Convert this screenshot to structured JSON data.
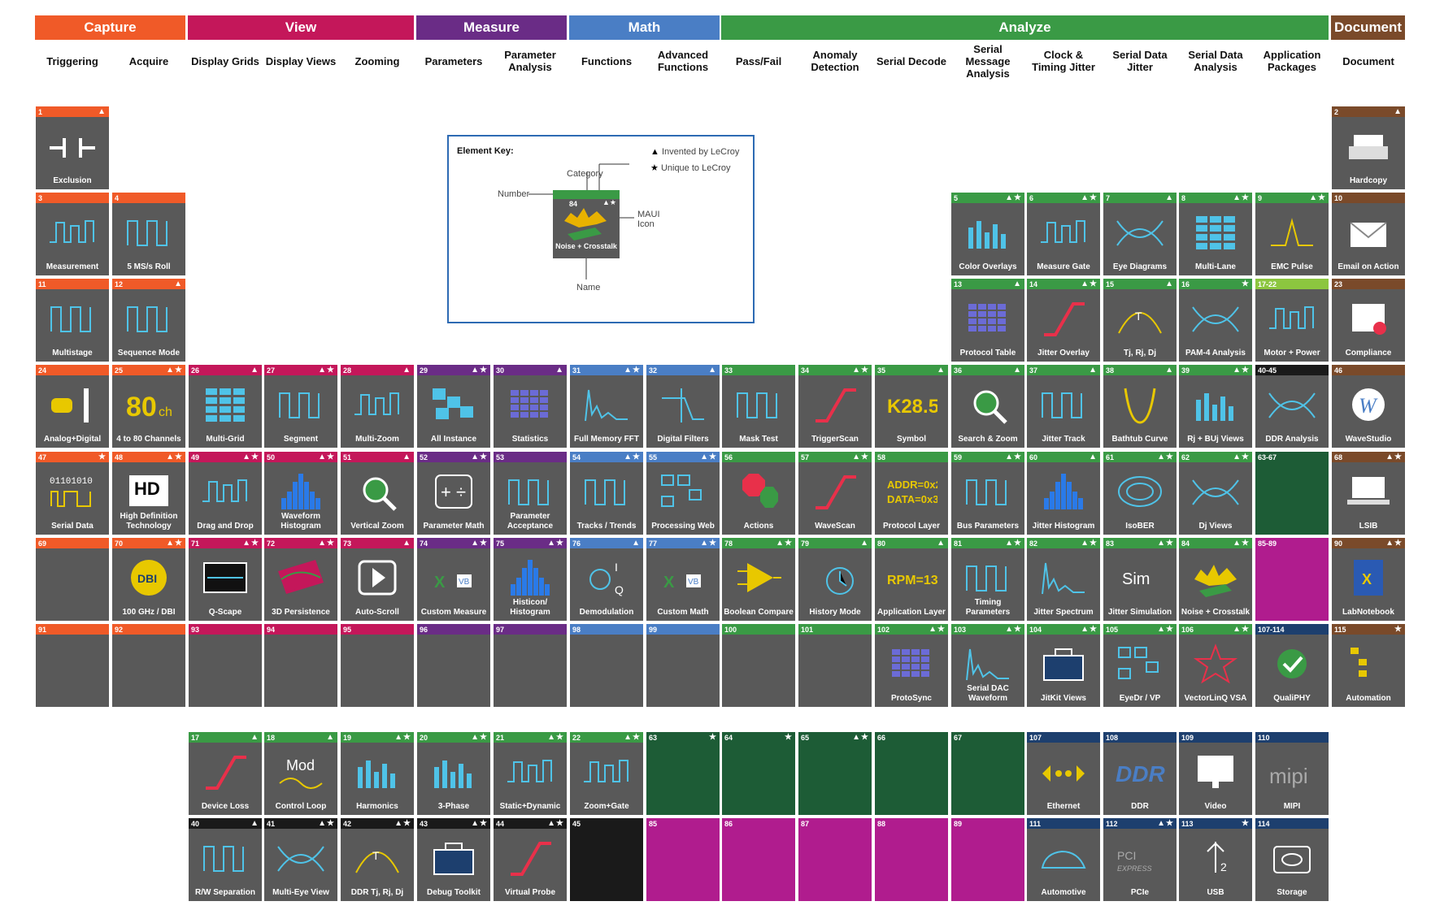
{
  "colors": {
    "Capture": "#f05a28",
    "View": "#c4175a",
    "Measure": "#6a2c86",
    "Math": "#4a7ec5",
    "Analyze": "#3a9a45",
    "Document": "#7a4a2a",
    "Black": "#1a1a1a",
    "Magenta": "#b01c8e",
    "Navy": "#1d3f6e",
    "DarkGreen": "#1d5c36",
    "LightGreen": "#8cc63f"
  },
  "categories": [
    {
      "name": "Capture",
      "color": "Capture"
    },
    {
      "name": "View",
      "color": "View"
    },
    {
      "name": "Measure",
      "color": "Measure"
    },
    {
      "name": "Math",
      "color": "Math"
    },
    {
      "name": "Analyze",
      "color": "Analyze"
    },
    {
      "name": "Document",
      "color": "Document"
    }
  ],
  "subcategories": [
    "Triggering",
    "Acquire",
    "Display Grids",
    "Display Views",
    "Zooming",
    "Parameters",
    "Parameter Analysis",
    "Functions",
    "Advanced Functions",
    "Pass/Fail",
    "Anomaly Detection",
    "Serial Decode",
    "Serial Message Analysis",
    "Clock & Timing Jitter",
    "Serial Data Jitter",
    "Serial Data Analysis",
    "Application Packages",
    "Document"
  ],
  "key": {
    "title": "Element Key:",
    "number_label": "Number",
    "category_label": "Category",
    "invented": "Invented by LeCroy",
    "unique": "Unique to LeCroy",
    "icon_label": "MAUI Icon",
    "name_label": "Name",
    "sample_number": "84",
    "sample_name": "Noise + Crosstalk",
    "invented_mark": "▲",
    "unique_mark": "★"
  },
  "tiles": [
    {
      "num": "1",
      "name": "Exclusion",
      "cat": "Capture",
      "marks": "▲",
      "icon": "exclusion"
    },
    {
      "num": "2",
      "name": "Hardcopy",
      "cat": "Document",
      "marks": "▲",
      "icon": "printer"
    },
    {
      "num": "3",
      "name": "Measurement",
      "cat": "Capture",
      "marks": "",
      "icon": "wave"
    },
    {
      "num": "4",
      "name": "5 MS/s Roll",
      "cat": "Capture",
      "marks": "",
      "icon": "square"
    },
    {
      "num": "5",
      "name": "Color Overlays",
      "cat": "Analyze",
      "marks": "▲★",
      "icon": "bars"
    },
    {
      "num": "6",
      "name": "Measure Gate",
      "cat": "Analyze",
      "marks": "▲★",
      "icon": "wave"
    },
    {
      "num": "7",
      "name": "Eye Diagrams",
      "cat": "Analyze",
      "marks": "▲",
      "icon": "eye"
    },
    {
      "num": "8",
      "name": "Multi-Lane",
      "cat": "Analyze",
      "marks": "▲★",
      "icon": "grid"
    },
    {
      "num": "9",
      "name": "EMC Pulse",
      "cat": "Analyze",
      "marks": "▲★",
      "icon": "pulse"
    },
    {
      "num": "10",
      "name": "Email on Action",
      "cat": "Document",
      "marks": "",
      "icon": "mail"
    },
    {
      "num": "11",
      "name": "Multistage",
      "cat": "Capture",
      "marks": "",
      "icon": "square"
    },
    {
      "num": "12",
      "name": "Sequence Mode",
      "cat": "Capture",
      "marks": "▲",
      "icon": "square"
    },
    {
      "num": "13",
      "name": "Protocol Table",
      "cat": "Analyze",
      "marks": "▲",
      "icon": "table"
    },
    {
      "num": "14",
      "name": "Jitter Overlay",
      "cat": "Analyze",
      "marks": "▲★",
      "icon": "ramp"
    },
    {
      "num": "15",
      "name": "Tj, Rj, Dj",
      "cat": "Analyze",
      "marks": "▲",
      "icon": "arc"
    },
    {
      "num": "16",
      "name": "PAM-4 Analysis",
      "cat": "Analyze",
      "marks": "★",
      "icon": "eye"
    },
    {
      "num": "17-22",
      "name": "Motor + Power",
      "cat": "LightGreen",
      "marks": "",
      "icon": "wave"
    },
    {
      "num": "23",
      "name": "Compliance",
      "cat": "Document",
      "marks": "",
      "icon": "doc"
    },
    {
      "num": "24",
      "name": "Analog+Digital",
      "cat": "Capture",
      "marks": "",
      "icon": "probe"
    },
    {
      "num": "25",
      "name": "4 to 80 Channels",
      "cat": "Capture",
      "marks": "▲★",
      "icon": "text80"
    },
    {
      "num": "26",
      "name": "Multi-Grid",
      "cat": "View",
      "marks": "▲",
      "icon": "grid"
    },
    {
      "num": "27",
      "name": "Segment",
      "cat": "View",
      "marks": "▲★",
      "icon": "square"
    },
    {
      "num": "28",
      "name": "Multi-Zoom",
      "cat": "View",
      "marks": "▲",
      "icon": "wave"
    },
    {
      "num": "29",
      "name": "All Instance",
      "cat": "Measure",
      "marks": "▲★",
      "icon": "dots"
    },
    {
      "num": "30",
      "name": "Statistics",
      "cat": "Measure",
      "marks": "▲",
      "icon": "table"
    },
    {
      "num": "31",
      "name": "Full Memory FFT",
      "cat": "Math",
      "marks": "▲★",
      "icon": "fft"
    },
    {
      "num": "32",
      "name": "Digital Filters",
      "cat": "Math",
      "marks": "▲",
      "icon": "filter"
    },
    {
      "num": "33",
      "name": "Mask Test",
      "cat": "Analyze",
      "marks": "",
      "icon": "square"
    },
    {
      "num": "34",
      "name": "TriggerScan",
      "cat": "Analyze",
      "marks": "▲★",
      "icon": "ramp"
    },
    {
      "num": "35",
      "name": "Symbol",
      "cat": "Analyze",
      "marks": "▲",
      "icon": "k28"
    },
    {
      "num": "36",
      "name": "Search & Zoom",
      "cat": "Analyze",
      "marks": "▲",
      "icon": "search"
    },
    {
      "num": "37",
      "name": "Jitter Track",
      "cat": "Analyze",
      "marks": "▲",
      "icon": "square"
    },
    {
      "num": "38",
      "name": "Bathtub Curve",
      "cat": "Analyze",
      "marks": "▲",
      "icon": "bathtub"
    },
    {
      "num": "39",
      "name": "Rj + BUj Views",
      "cat": "Analyze",
      "marks": "▲★",
      "icon": "bars"
    },
    {
      "num": "40-45",
      "name": "DDR Analysis",
      "cat": "Black",
      "marks": "",
      "icon": "eye"
    },
    {
      "num": "46",
      "name": "WaveStudio",
      "cat": "Document",
      "marks": "",
      "icon": "ws"
    },
    {
      "num": "47",
      "name": "Serial Data",
      "cat": "Capture",
      "marks": "★",
      "icon": "binary"
    },
    {
      "num": "48",
      "name": "High Definition Technology",
      "cat": "Capture",
      "marks": "▲★",
      "icon": "hd"
    },
    {
      "num": "49",
      "name": "Drag and Drop",
      "cat": "View",
      "marks": "▲★",
      "icon": "wave"
    },
    {
      "num": "50",
      "name": "Waveform Histogram",
      "cat": "View",
      "marks": "▲★",
      "icon": "hist"
    },
    {
      "num": "51",
      "name": "Vertical Zoom",
      "cat": "View",
      "marks": "▲",
      "icon": "search"
    },
    {
      "num": "52",
      "name": "Parameter Math",
      "cat": "Measure",
      "marks": "▲★",
      "icon": "math"
    },
    {
      "num": "53",
      "name": "Parameter Acceptance",
      "cat": "Measure",
      "marks": "",
      "icon": "square"
    },
    {
      "num": "54",
      "name": "Tracks / Trends",
      "cat": "Math",
      "marks": "▲★",
      "icon": "square"
    },
    {
      "num": "55",
      "name": "Processing Web",
      "cat": "Math",
      "marks": "▲★",
      "icon": "web"
    },
    {
      "num": "56",
      "name": "Actions",
      "cat": "Analyze",
      "marks": "",
      "icon": "stop"
    },
    {
      "num": "57",
      "name": "WaveScan",
      "cat": "Analyze",
      "marks": "▲★",
      "icon": "ramp"
    },
    {
      "num": "58",
      "name": "Protocol Layer",
      "cat": "Analyze",
      "marks": "",
      "icon": "addr"
    },
    {
      "num": "59",
      "name": "Bus Parameters",
      "cat": "Analyze",
      "marks": "▲★",
      "icon": "square"
    },
    {
      "num": "60",
      "name": "Jitter Histogram",
      "cat": "Analyze",
      "marks": "▲",
      "icon": "hist"
    },
    {
      "num": "61",
      "name": "IsoBER",
      "cat": "Analyze",
      "marks": "▲★",
      "icon": "ber"
    },
    {
      "num": "62",
      "name": "Dj Views",
      "cat": "Analyze",
      "marks": "▲★",
      "icon": "eye"
    },
    {
      "num": "63-67",
      "name": "",
      "cat": "DarkGreen",
      "marks": "",
      "icon": "none"
    },
    {
      "num": "68",
      "name": "LSIB",
      "cat": "Document",
      "marks": "▲★",
      "icon": "laptop"
    },
    {
      "num": "69",
      "name": "",
      "cat": "Capture",
      "marks": "",
      "icon": "none"
    },
    {
      "num": "70",
      "name": "100 GHz / DBI",
      "cat": "Capture",
      "marks": "▲★",
      "icon": "dbi"
    },
    {
      "num": "71",
      "name": "Q-Scape",
      "cat": "View",
      "marks": "▲★",
      "icon": "qscape"
    },
    {
      "num": "72",
      "name": "3D Persistence",
      "cat": "View",
      "marks": "▲★",
      "icon": "persist"
    },
    {
      "num": "73",
      "name": "Auto-Scroll",
      "cat": "View",
      "marks": "▲",
      "icon": "play"
    },
    {
      "num": "74",
      "name": "Custom Measure",
      "cat": "Measure",
      "marks": "▲★",
      "icon": "code"
    },
    {
      "num": "75",
      "name": "Histicon/ Histogram",
      "cat": "Measure",
      "marks": "▲★",
      "icon": "hist"
    },
    {
      "num": "76",
      "name": "Demodulation",
      "cat": "Math",
      "marks": "▲",
      "icon": "iq"
    },
    {
      "num": "77",
      "name": "Custom Math",
      "cat": "Math",
      "marks": "▲★",
      "icon": "code"
    },
    {
      "num": "78",
      "name": "Boolean Compare",
      "cat": "Analyze",
      "marks": "▲★",
      "icon": "boolean"
    },
    {
      "num": "79",
      "name": "History Mode",
      "cat": "Analyze",
      "marks": "▲",
      "icon": "clock"
    },
    {
      "num": "80",
      "name": "Application Layer",
      "cat": "Analyze",
      "marks": "▲",
      "icon": "rpm"
    },
    {
      "num": "81",
      "name": "Timing Parameters",
      "cat": "Analyze",
      "marks": "▲★",
      "icon": "square"
    },
    {
      "num": "82",
      "name": "Jitter Spectrum",
      "cat": "Analyze",
      "marks": "▲★",
      "icon": "fft"
    },
    {
      "num": "83",
      "name": "Jitter Simulation",
      "cat": "Analyze",
      "marks": "▲★",
      "icon": "sim"
    },
    {
      "num": "84",
      "name": "Noise + Crosstalk",
      "cat": "Analyze",
      "marks": "▲★",
      "icon": "noise"
    },
    {
      "num": "85-89",
      "name": "",
      "cat": "Magenta",
      "marks": "",
      "icon": "none"
    },
    {
      "num": "90",
      "name": "LabNotebook",
      "cat": "Document",
      "marks": "▲★",
      "icon": "book"
    },
    {
      "num": "91",
      "name": "",
      "cat": "Capture",
      "marks": "",
      "icon": "none"
    },
    {
      "num": "92",
      "name": "",
      "cat": "Capture",
      "marks": "",
      "icon": "none"
    },
    {
      "num": "93",
      "name": "",
      "cat": "View",
      "marks": "",
      "icon": "none"
    },
    {
      "num": "94",
      "name": "",
      "cat": "View",
      "marks": "",
      "icon": "none"
    },
    {
      "num": "95",
      "name": "",
      "cat": "View",
      "marks": "",
      "icon": "none"
    },
    {
      "num": "96",
      "name": "",
      "cat": "Measure",
      "marks": "",
      "icon": "none"
    },
    {
      "num": "97",
      "name": "",
      "cat": "Measure",
      "marks": "",
      "icon": "none"
    },
    {
      "num": "98",
      "name": "",
      "cat": "Math",
      "marks": "",
      "icon": "none"
    },
    {
      "num": "99",
      "name": "",
      "cat": "Math",
      "marks": "",
      "icon": "none"
    },
    {
      "num": "100",
      "name": "",
      "cat": "Analyze",
      "marks": "",
      "icon": "none"
    },
    {
      "num": "101",
      "name": "",
      "cat": "Analyze",
      "marks": "",
      "icon": "none"
    },
    {
      "num": "102",
      "name": "ProtoSync",
      "cat": "Analyze",
      "marks": "▲★",
      "icon": "table"
    },
    {
      "num": "103",
      "name": "Serial DAC Waveform",
      "cat": "Analyze",
      "marks": "▲★",
      "icon": "fft"
    },
    {
      "num": "104",
      "name": "JitKit Views",
      "cat": "Analyze",
      "marks": "▲★",
      "icon": "kit"
    },
    {
      "num": "105",
      "name": "EyeDr / VP",
      "cat": "Analyze",
      "marks": "▲★",
      "icon": "web"
    },
    {
      "num": "106",
      "name": "VectorLinQ VSA",
      "cat": "Analyze",
      "marks": "▲★",
      "icon": "star"
    },
    {
      "num": "107-114",
      "name": "QualiPHY",
      "cat": "Navy",
      "marks": "",
      "icon": "check"
    },
    {
      "num": "115",
      "name": "Automation",
      "cat": "Document",
      "marks": "★",
      "icon": "tree"
    },
    {
      "num": "17",
      "name": "Device Loss",
      "cat": "Analyze",
      "marks": "▲",
      "icon": "ramp"
    },
    {
      "num": "18",
      "name": "Control Loop",
      "cat": "Analyze",
      "marks": "▲",
      "icon": "mod"
    },
    {
      "num": "19",
      "name": "Harmonics",
      "cat": "Analyze",
      "marks": "▲★",
      "icon": "bars"
    },
    {
      "num": "20",
      "name": "3-Phase",
      "cat": "Analyze",
      "marks": "▲★",
      "icon": "bars"
    },
    {
      "num": "21",
      "name": "Static+Dynamic",
      "cat": "Analyze",
      "marks": "▲★",
      "icon": "wave"
    },
    {
      "num": "22",
      "name": "Zoom+Gate",
      "cat": "Analyze",
      "marks": "▲★",
      "icon": "wave"
    },
    {
      "num": "63",
      "name": "",
      "cat": "DarkGreen",
      "marks": "★",
      "icon": "none"
    },
    {
      "num": "64",
      "name": "",
      "cat": "DarkGreen",
      "marks": "★",
      "icon": "none"
    },
    {
      "num": "65",
      "name": "",
      "cat": "DarkGreen",
      "marks": "▲★",
      "icon": "none"
    },
    {
      "num": "66",
      "name": "",
      "cat": "DarkGreen",
      "marks": "",
      "icon": "none"
    },
    {
      "num": "67",
      "name": "",
      "cat": "DarkGreen",
      "marks": "",
      "icon": "none"
    },
    {
      "num": "107",
      "name": "Ethernet",
      "cat": "Navy",
      "marks": "",
      "icon": "ethernet"
    },
    {
      "num": "108",
      "name": "DDR",
      "cat": "Navy",
      "marks": "",
      "icon": "ddr"
    },
    {
      "num": "109",
      "name": "Video",
      "cat": "Navy",
      "marks": "",
      "icon": "monitor"
    },
    {
      "num": "110",
      "name": "MIPI",
      "cat": "Navy",
      "marks": "",
      "icon": "mipi"
    },
    {
      "num": "40",
      "name": "R/W Separation",
      "cat": "Black",
      "marks": "▲",
      "icon": "square"
    },
    {
      "num": "41",
      "name": "Multi-Eye View",
      "cat": "Black",
      "marks": "▲★",
      "icon": "eye"
    },
    {
      "num": "42",
      "name": "DDR Tj, Rj, Dj",
      "cat": "Black",
      "marks": "▲★",
      "icon": "arc"
    },
    {
      "num": "43",
      "name": "Debug Toolkit",
      "cat": "Black",
      "marks": "▲★",
      "icon": "kit"
    },
    {
      "num": "44",
      "name": "Virtual Probe",
      "cat": "Black",
      "marks": "▲★",
      "icon": "ramp"
    },
    {
      "num": "45",
      "name": "",
      "cat": "Black",
      "marks": "",
      "icon": "none"
    },
    {
      "num": "85",
      "name": "",
      "cat": "Magenta",
      "marks": "",
      "icon": "none"
    },
    {
      "num": "86",
      "name": "",
      "cat": "Magenta",
      "marks": "",
      "icon": "none"
    },
    {
      "num": "87",
      "name": "",
      "cat": "Magenta",
      "marks": "",
      "icon": "none"
    },
    {
      "num": "88",
      "name": "",
      "cat": "Magenta",
      "marks": "",
      "icon": "none"
    },
    {
      "num": "89",
      "name": "",
      "cat": "Magenta",
      "marks": "",
      "icon": "none"
    },
    {
      "num": "111",
      "name": "Automotive",
      "cat": "Navy",
      "marks": "",
      "icon": "car"
    },
    {
      "num": "112",
      "name": "PCIe",
      "cat": "Navy",
      "marks": "▲★",
      "icon": "pcie"
    },
    {
      "num": "113",
      "name": "USB",
      "cat": "Navy",
      "marks": "★",
      "icon": "usb"
    },
    {
      "num": "114",
      "name": "Storage",
      "cat": "Navy",
      "marks": "",
      "icon": "disk"
    }
  ]
}
